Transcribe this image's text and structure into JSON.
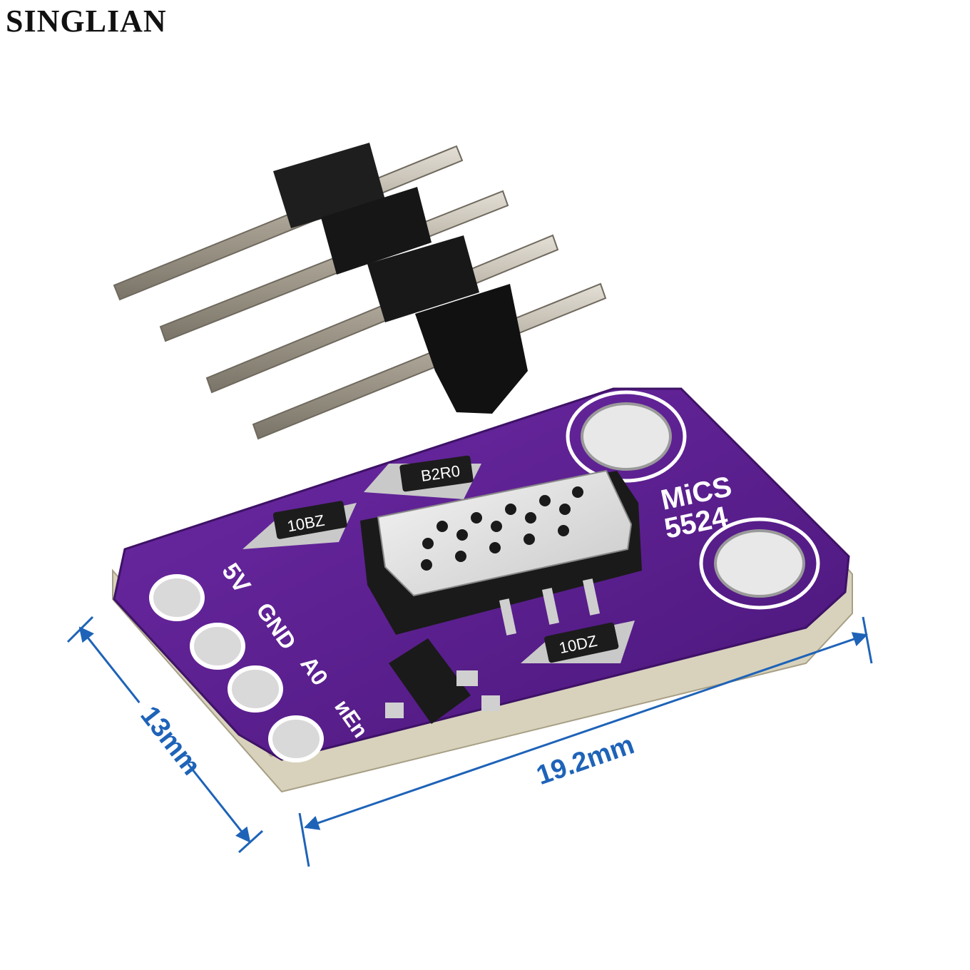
{
  "brand": "SINGLIAN",
  "board": {
    "chip_label_line1": "MiCS",
    "chip_label_line2": "5524",
    "pins": [
      "5V",
      "GND",
      "A0",
      "иEn"
    ],
    "resistor_top": "B2R0",
    "resistor_left": "10BZ",
    "resistor_bottom": "10DZ"
  },
  "dimensions": {
    "width_label": "19.2mm",
    "height_label": "13mm"
  },
  "colors": {
    "pcb": "#5b1f8f",
    "pcb_dark": "#3e1266",
    "silkscreen": "#ffffff",
    "dimension_arrow": "#1e63b8",
    "header_plastic": "#111111",
    "pin_metal": "#b9b2a6"
  }
}
